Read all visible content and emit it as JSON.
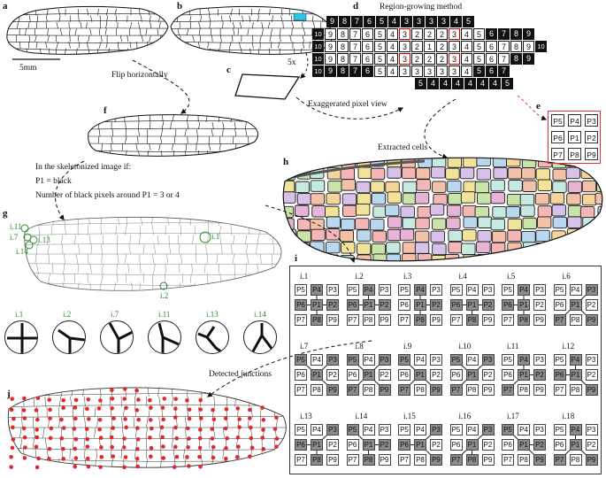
{
  "panels": {
    "a": "a",
    "b": "b",
    "c": "c",
    "d": "d",
    "e": "e",
    "f": "f",
    "g": "g",
    "h": "h",
    "i": "i",
    "j": "j"
  },
  "scale_bar": "5mm",
  "zoom": "5x",
  "captions": {
    "flip": "Flip horizontally",
    "region_growing": "Region-growing method",
    "pixel_view": "Exaggerated pixel view",
    "extracted": "Extracted cells",
    "rule_intro": "In the skeletonized image if:",
    "rule_p1": "P1 = black",
    "rule_count": "Number of black pixels around P1 = 3 or 4",
    "detected": "Detected junctions"
  },
  "region_grid": [
    [
      {
        "v": "9",
        "t": "b"
      },
      {
        "v": "8",
        "t": "b"
      },
      {
        "v": "7",
        "t": "b"
      },
      {
        "v": "6",
        "t": "b"
      },
      {
        "v": "5",
        "t": "b"
      },
      {
        "v": "4",
        "t": "b"
      },
      {
        "v": "3",
        "t": "b"
      },
      {
        "v": "3",
        "t": "b"
      },
      {
        "v": "3",
        "t": "b"
      },
      {
        "v": "3",
        "t": "b"
      },
      {
        "v": "4",
        "t": "b"
      },
      {
        "v": "5",
        "t": "b"
      }
    ],
    [
      {
        "v": "10",
        "t": "b"
      },
      {
        "v": "9",
        "t": "w"
      },
      {
        "v": "8",
        "t": "w"
      },
      {
        "v": "7",
        "t": "w"
      },
      {
        "v": "6",
        "t": "w"
      },
      {
        "v": "5",
        "t": "w"
      },
      {
        "v": "4",
        "t": "w"
      },
      {
        "v": "3",
        "t": "r"
      },
      {
        "v": "2",
        "t": "w"
      },
      {
        "v": "2",
        "t": "w"
      },
      {
        "v": "2",
        "t": "w"
      },
      {
        "v": "3",
        "t": "r"
      },
      {
        "v": "4",
        "t": "w"
      },
      {
        "v": "5",
        "t": "w"
      },
      {
        "v": "6",
        "t": "b"
      },
      {
        "v": "7",
        "t": "b"
      },
      {
        "v": "8",
        "t": "b"
      },
      {
        "v": "9",
        "t": "b"
      }
    ],
    [
      {
        "v": "10",
        "t": "b"
      },
      {
        "v": "9",
        "t": "w"
      },
      {
        "v": "8",
        "t": "w"
      },
      {
        "v": "7",
        "t": "w"
      },
      {
        "v": "6",
        "t": "w"
      },
      {
        "v": "5",
        "t": "w"
      },
      {
        "v": "4",
        "t": "w"
      },
      {
        "v": "3",
        "t": "w"
      },
      {
        "v": "2",
        "t": "w"
      },
      {
        "v": "1",
        "t": "w"
      },
      {
        "v": "2",
        "t": "w"
      },
      {
        "v": "3",
        "t": "w"
      },
      {
        "v": "4",
        "t": "w"
      },
      {
        "v": "5",
        "t": "w"
      },
      {
        "v": "6",
        "t": "w"
      },
      {
        "v": "7",
        "t": "w"
      },
      {
        "v": "8",
        "t": "w"
      },
      {
        "v": "9",
        "t": "w"
      },
      {
        "v": "10",
        "t": "b"
      }
    ],
    [
      {
        "v": "10",
        "t": "b"
      },
      {
        "v": "9",
        "t": "w"
      },
      {
        "v": "8",
        "t": "w"
      },
      {
        "v": "7",
        "t": "w"
      },
      {
        "v": "6",
        "t": "w"
      },
      {
        "v": "5",
        "t": "w"
      },
      {
        "v": "4",
        "t": "w"
      },
      {
        "v": "3",
        "t": "r"
      },
      {
        "v": "2",
        "t": "w"
      },
      {
        "v": "2",
        "t": "w"
      },
      {
        "v": "2",
        "t": "w"
      },
      {
        "v": "3",
        "t": "r"
      },
      {
        "v": "4",
        "t": "w"
      },
      {
        "v": "5",
        "t": "w"
      },
      {
        "v": "6",
        "t": "w"
      },
      {
        "v": "7",
        "t": "w"
      },
      {
        "v": "8",
        "t": "b"
      },
      {
        "v": "9",
        "t": "b"
      }
    ],
    [
      {
        "v": "10",
        "t": "b"
      },
      {
        "v": "9",
        "t": "b"
      },
      {
        "v": "8",
        "t": "b"
      },
      {
        "v": "7",
        "t": "b"
      },
      {
        "v": "6",
        "t": "b"
      },
      {
        "v": "5",
        "t": "w"
      },
      {
        "v": "4",
        "t": "w"
      },
      {
        "v": "3",
        "t": "w"
      },
      {
        "v": "3",
        "t": "w"
      },
      {
        "v": "3",
        "t": "w"
      },
      {
        "v": "3",
        "t": "w"
      },
      {
        "v": "3",
        "t": "w"
      },
      {
        "v": "4",
        "t": "w"
      },
      {
        "v": "5",
        "t": "b"
      },
      {
        "v": "6",
        "t": "b"
      },
      {
        "v": "7",
        "t": "b"
      }
    ],
    [
      {
        "v": "5",
        "t": "b"
      },
      {
        "v": "4",
        "t": "b"
      },
      {
        "v": "4",
        "t": "b"
      },
      {
        "v": "4",
        "t": "b"
      },
      {
        "v": "4",
        "t": "b"
      },
      {
        "v": "4",
        "t": "b"
      },
      {
        "v": "4",
        "t": "b"
      },
      {
        "v": "5",
        "t": "b"
      }
    ]
  ],
  "neighborhood": [
    "P5",
    "P4",
    "P3",
    "P6",
    "P1",
    "P2",
    "P7",
    "P8",
    "P9"
  ],
  "junction_labels_g": [
    "i.11",
    "i.7",
    "i.13",
    "i.14",
    "i.1",
    "i.2"
  ],
  "junction_thumbs": [
    "i.1",
    "i.2",
    "i.7",
    "i.11",
    "i.13",
    "i.14"
  ],
  "patterns": [
    {
      "id": "i.1",
      "on": [
        "P4",
        "P6",
        "P1",
        "P2",
        "P8"
      ]
    },
    {
      "id": "i.2",
      "on": [
        "P4",
        "P6",
        "P1",
        "P2"
      ]
    },
    {
      "id": "i.3",
      "on": [
        "P4",
        "P1",
        "P2",
        "P8"
      ]
    },
    {
      "id": "i.4",
      "on": [
        "P6",
        "P1",
        "P2",
        "P8"
      ]
    },
    {
      "id": "i.5",
      "on": [
        "P4",
        "P6",
        "P1",
        "P8"
      ]
    },
    {
      "id": "i.6",
      "on": [
        "P3",
        "P1",
        "P7",
        "P9"
      ]
    },
    {
      "id": "i.7",
      "on": [
        "P5",
        "P3",
        "P1",
        "P9"
      ]
    },
    {
      "id": "i.8",
      "on": [
        "P5",
        "P3",
        "P1",
        "P7",
        "P9"
      ]
    },
    {
      "id": "i.9",
      "on": [
        "P5",
        "P1",
        "P7",
        "P9"
      ]
    },
    {
      "id": "i.10",
      "on": [
        "P5",
        "P3",
        "P1",
        "P7"
      ]
    },
    {
      "id": "i.11",
      "on": [
        "P4",
        "P1",
        "P2",
        "P7"
      ]
    },
    {
      "id": "i.12",
      "on": [
        "P4",
        "P6",
        "P1",
        "P9"
      ]
    },
    {
      "id": "i.13",
      "on": [
        "P3",
        "P6",
        "P1",
        "P8"
      ]
    },
    {
      "id": "i.14",
      "on": [
        "P5",
        "P1",
        "P2",
        "P8"
      ]
    },
    {
      "id": "i.15",
      "on": [
        "P3",
        "P6",
        "P1",
        "P9"
      ]
    },
    {
      "id": "i.16",
      "on": [
        "P3",
        "P1",
        "P7",
        "P8"
      ]
    },
    {
      "id": "i.17",
      "on": [
        "P5",
        "P1",
        "P2",
        "P9"
      ]
    },
    {
      "id": "i.18",
      "on": [
        "P4",
        "P1",
        "P7",
        "P9"
      ]
    }
  ],
  "colors": {
    "highlight": "#d33",
    "junction": "#e0292b",
    "green": "#2e8b2e",
    "cells": [
      "#f4b6b6",
      "#b9d7ef",
      "#c9e3a8",
      "#d9c2ea",
      "#f6d59d",
      "#f3c1a8",
      "#c6e9e0",
      "#f1e39a",
      "#e7b4d6"
    ]
  }
}
